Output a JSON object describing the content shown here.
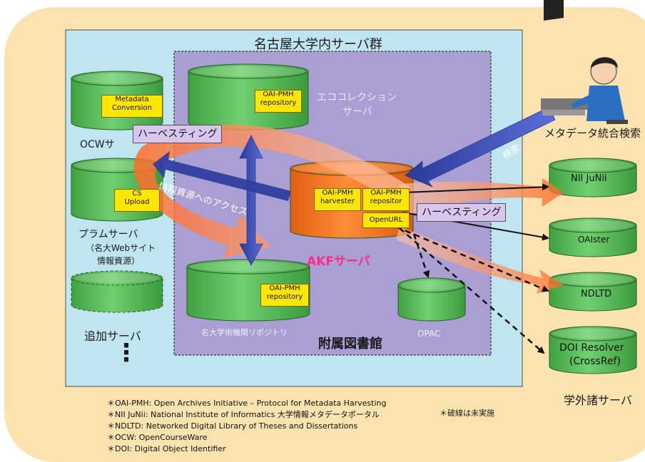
{
  "nodes": {
    "campus_title": "名古屋大学内サーバ群",
    "ecollection": [
      "エココレクション",
      "サーバ"
    ],
    "ocw_label": "OCWサ",
    "program_server": [
      "プラムサーバ",
      "（名大Webサイト",
      "情報資源）"
    ],
    "extra_server": "追加サーバ",
    "ellipsis": "⋮",
    "repository_label": "名大学術機関リポジトリ",
    "library": "附属図書館",
    "opac": "OPAC",
    "akf_server": "AKFサーバ",
    "search_label": "メタデータ統合検索",
    "external_group": "学外諸サーバ",
    "nii": "NII JuNii",
    "oaister": "OAIster",
    "ndltd": "NDLTD",
    "doi": [
      "DOI  Resolver",
      "(CrossRef)"
    ]
  },
  "labels": {
    "metadata_conversion": [
      "Metadata",
      "Conversion"
    ],
    "csv_upload": [
      "CS",
      "Upload"
    ],
    "oai_repo_top": [
      "OAI-PMH",
      "repository"
    ],
    "oai_repo_bottom": [
      "OAI-PMH",
      "repository"
    ],
    "akf_harvester": [
      "OAI-PMH",
      "harvester"
    ],
    "akf_repository": [
      "OAI-PMH",
      "repositor"
    ],
    "openurl": "OpenURL"
  },
  "arrows": {
    "harvesting": "ハーベスティング",
    "access": "情報資源へのアクセス",
    "search": "検索"
  },
  "notes": [
    "＊OAI-PMH: Open Archives Initiative – Protocol for Metadata Harvesting",
    "＊NII JuNii: National Institute of Informatics 大学情報メタデータポータル",
    "＊NDLTD: Networked Digital Library of Theses and Dissertations",
    "＊OCW: OpenCourseWare",
    "＊DOI: Digital Object Identifier"
  ],
  "dashed_note": "＊破線は未実施",
  "colors": {
    "outer_bg": "#fbe3b0",
    "campus_bg": "#bfe6f0",
    "library_bg": "#a99fd2",
    "cylinder_green": "#5cc35c",
    "cylinder_orange": "#f07828",
    "arrow_blue": "#3a4aa8",
    "arrow_orange": "#f48a4a",
    "label_yellow": "#ffe600",
    "harvest_purple": "#d8c6ee",
    "akf_pink": "#ff2a8a"
  }
}
